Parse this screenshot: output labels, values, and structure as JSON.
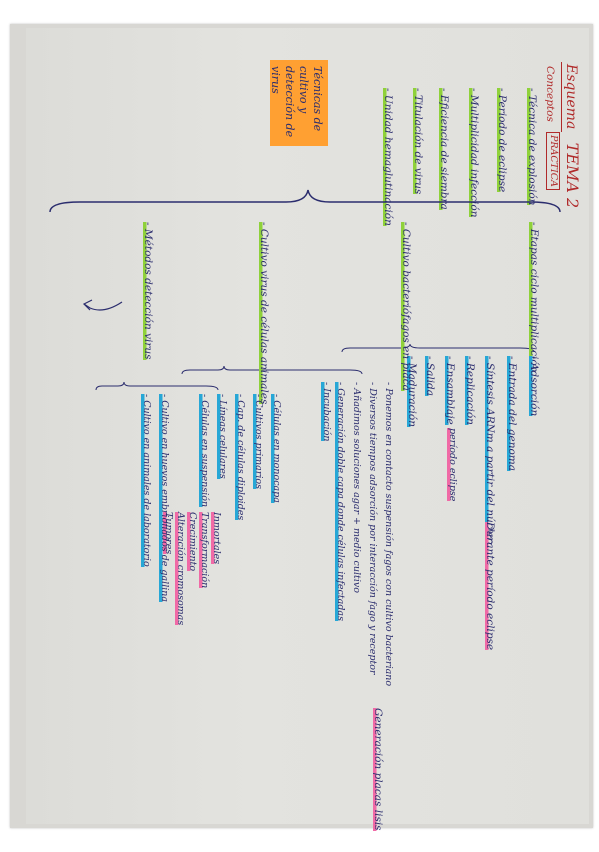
{
  "title": {
    "esquema": "Esquema",
    "tema": "TEMA 2",
    "conceptos": "Conceptos",
    "practica": "PRÁCTICA"
  },
  "left_topics": [
    "Técnicas de cultivo y detección de virus"
  ],
  "concepts": [
    "- Técnica de explosión",
    "- Periodo de eclipse",
    "- Multiplicidad infección",
    "- Eficiencia de siembra",
    "- Titulación de virus",
    "- Unidad hemaglutinación"
  ],
  "sections": [
    {
      "heading": "- Etapas ciclo multiplicación",
      "items": [
        "- Adsorción",
        "- Entrada del genoma",
        "- Síntesis ARNm a partir del núcleo",
        "- Replicación",
        "- Ensamblaje",
        "- Salida",
        "- Maduración"
      ],
      "notes": [
        "Durante período eclipse",
        "período eclipse"
      ]
    },
    {
      "heading": "- Cultivo bacteriófagos en placa",
      "items": [
        "- Ponemos en contacto suspensión fagos con cultivo bacteriano",
        "- Diversos tiempos adsorción por interacción fago y receptor",
        "- Añadimos soluciones agar + medio cultivo",
        "- Generación doble capa donde células infectadas",
        "- Incubación"
      ],
      "notes": [
        "Generación placas lisis"
      ]
    },
    {
      "heading": "- Cultivo virus de células animales",
      "items": [
        "- Células en monocapa",
        "- Cultivos primarios",
        "- Cap. de células diploides",
        "- Líneas celulares",
        "- Células en suspensión"
      ],
      "notes": [
        "Inmortales",
        "Transformación",
        "Crecimiento",
        "Alteración cromosomas",
        "Tumores"
      ]
    },
    {
      "heading": "- Métodos detección virus",
      "items": [
        "- Cultivo en huevos embrionados de gallina",
        "- Cultivo en animales de laboratorio"
      ],
      "notes": []
    }
  ]
}
